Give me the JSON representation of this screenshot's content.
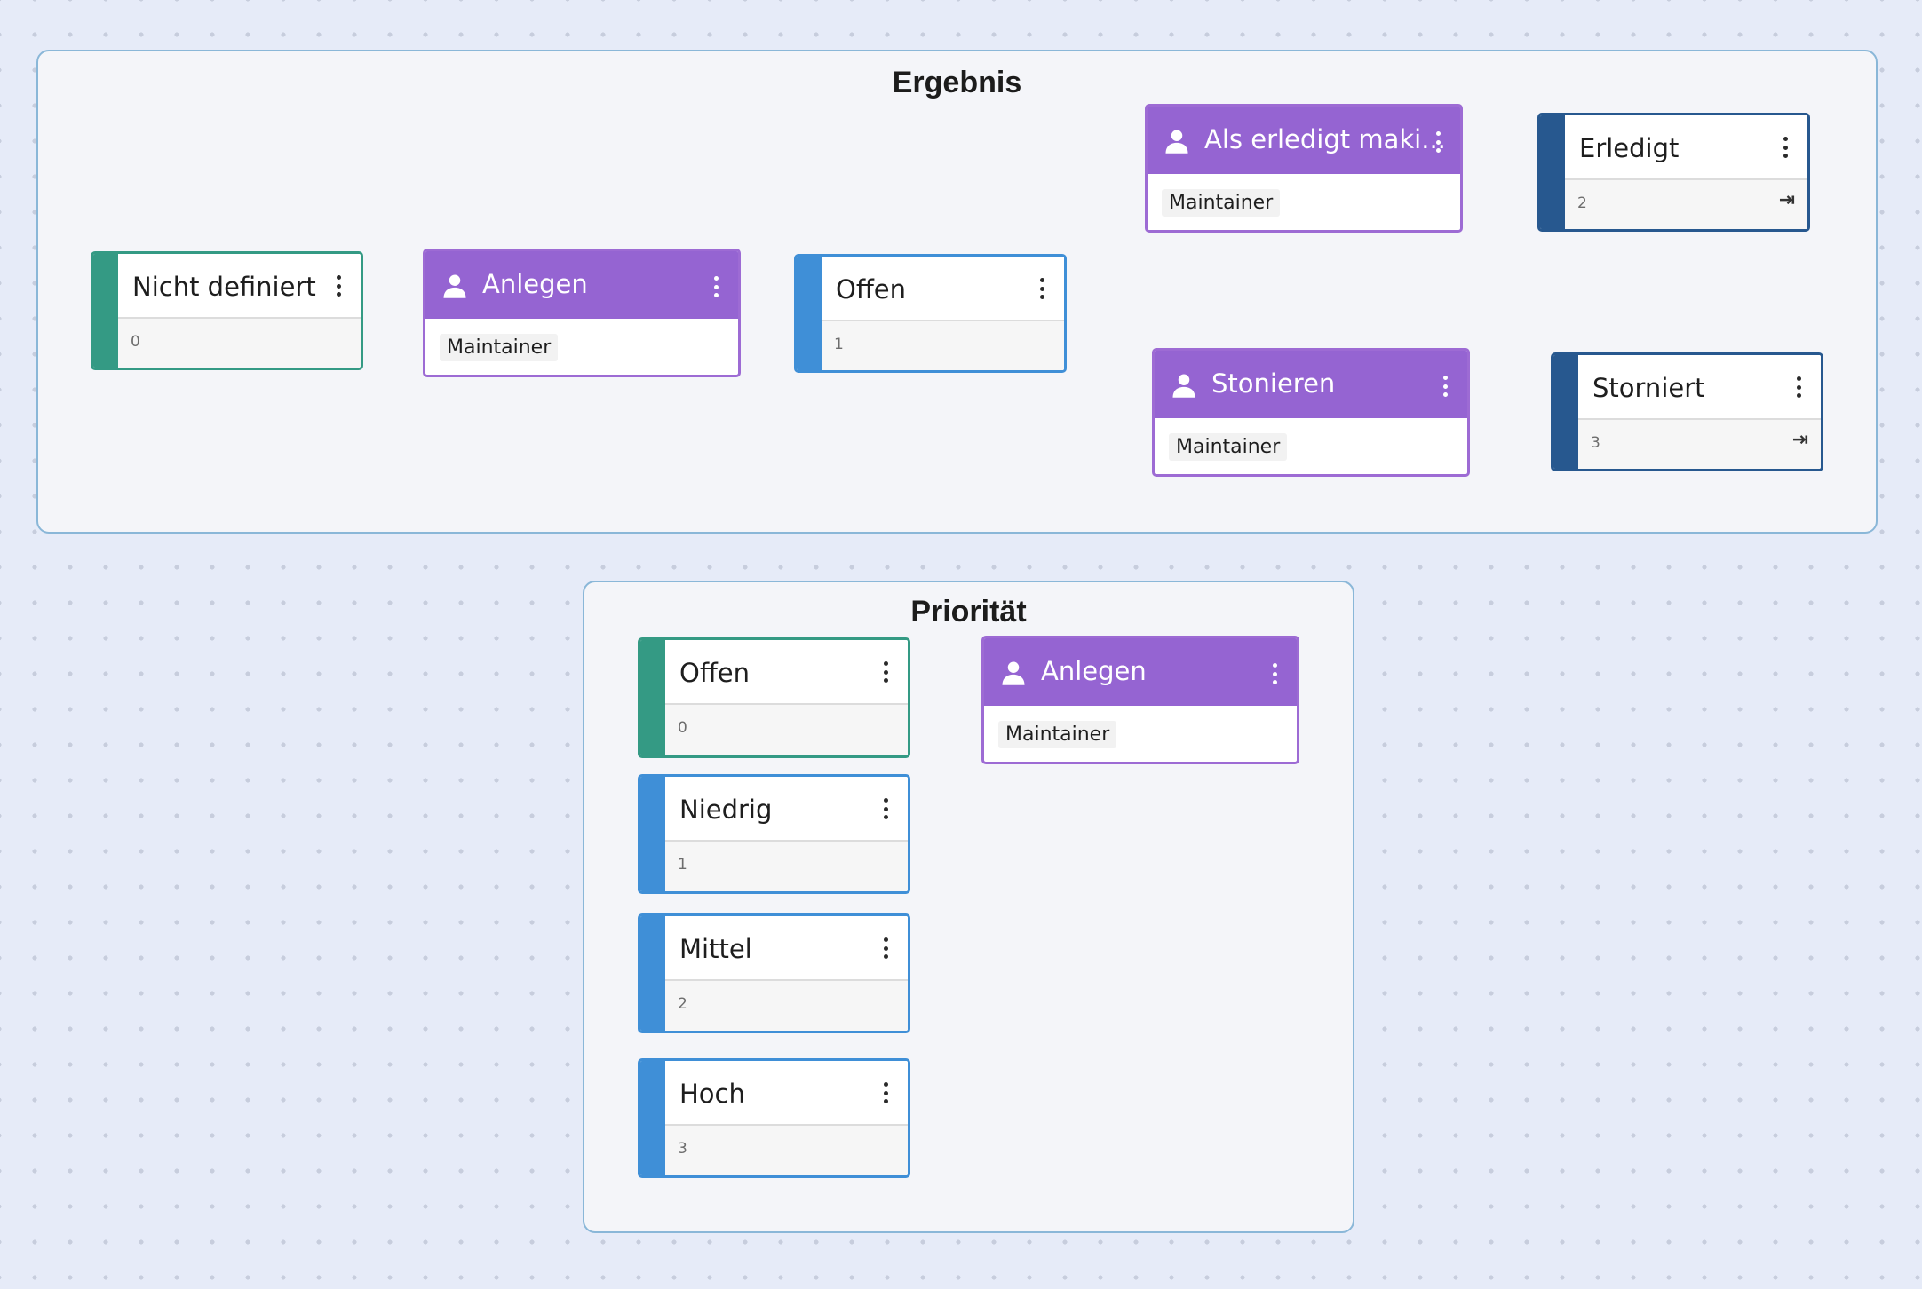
{
  "groups": [
    {
      "title": "Ergebnis",
      "states": [
        {
          "label": "Nicht definiert",
          "number": "0",
          "color": "#349a84"
        },
        {
          "label": "Offen",
          "number": "1",
          "color": "#3f8fd7"
        },
        {
          "label": "Erledigt",
          "number": "2",
          "color": "#27588f",
          "end_icon": "⇥"
        },
        {
          "label": "Storniert",
          "number": "3",
          "color": "#27588f",
          "end_icon": "⇥"
        }
      ],
      "actions": [
        {
          "label": "Anlegen",
          "role": "Maintainer"
        },
        {
          "label": "Als erledigt maki...",
          "role": "Maintainer"
        },
        {
          "label": "Stonieren",
          "role": "Maintainer"
        }
      ]
    },
    {
      "title": "Priorität",
      "states": [
        {
          "label": "Offen",
          "number": "0",
          "color": "#349a84"
        },
        {
          "label": "Niedrig",
          "number": "1",
          "color": "#3f8fd7"
        },
        {
          "label": "Mittel",
          "number": "2",
          "color": "#3f8fd7"
        },
        {
          "label": "Hoch",
          "number": "3",
          "color": "#3f8fd7"
        }
      ],
      "actions": [
        {
          "label": "Anlegen",
          "role": "Maintainer"
        }
      ]
    }
  ],
  "colors": {
    "initial_transition": "#e0a560",
    "transition": "#5b95d6",
    "action_header": "#9564d2"
  },
  "icons": {
    "action": "person-icon",
    "menu": "kebab-menu-icon",
    "end": "end-state-icon"
  }
}
